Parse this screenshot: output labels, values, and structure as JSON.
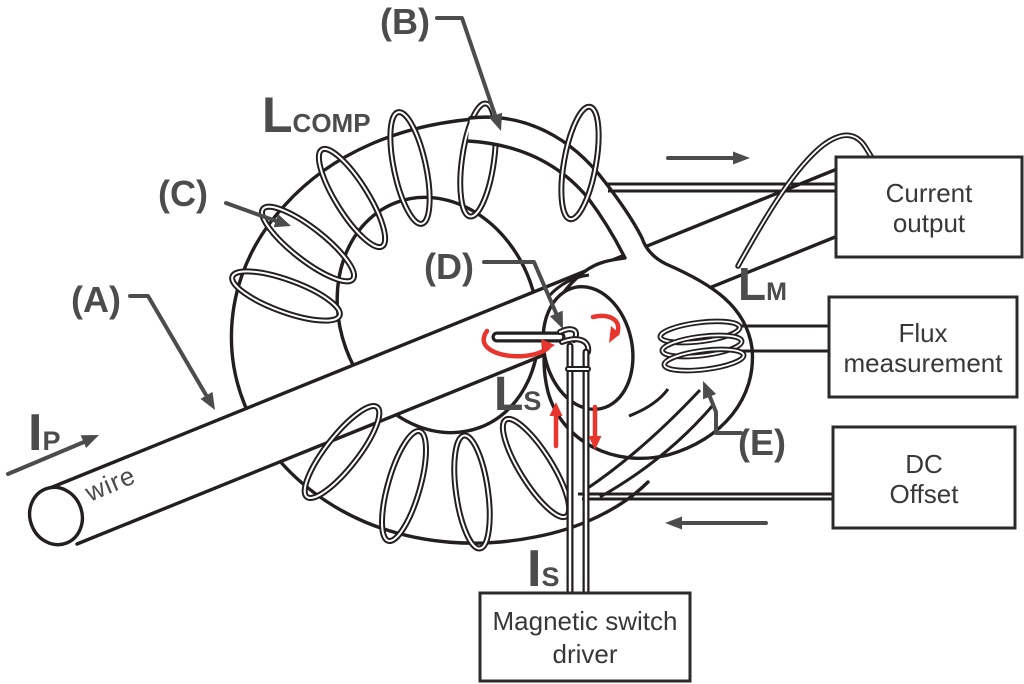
{
  "title": "Fluxgate current sensor diagram",
  "colors": {
    "background": "#ffffff",
    "line": "#231f20",
    "label_gray": "#4c4c4c",
    "red_arrow": "#e8362e",
    "box_border": "#2b2b2b",
    "box_text": "#383838"
  },
  "labels": {
    "l_comp": {
      "main": "L",
      "sub": "COMP"
    },
    "l_s": {
      "main": "L",
      "sub": "S"
    },
    "l_m": {
      "main": "L",
      "sub": "M"
    },
    "i_p": {
      "main": "I",
      "sub": "P"
    },
    "i_s": {
      "main": "I",
      "sub": "S"
    },
    "wire": "wire",
    "callout_a": "(A)",
    "callout_b": "(B)",
    "callout_c": "(C)",
    "callout_d": "(D)",
    "callout_e": "(E)"
  },
  "boxes": {
    "current_output": {
      "lines": [
        "Current",
        "output"
      ]
    },
    "flux_measurement": {
      "lines": [
        "Flux",
        "measurement"
      ]
    },
    "dc_offset": {
      "lines": [
        "DC",
        "Offset"
      ]
    },
    "magnetic_switch_driver": {
      "lines": [
        "Magnetic switch",
        "driver"
      ]
    }
  }
}
